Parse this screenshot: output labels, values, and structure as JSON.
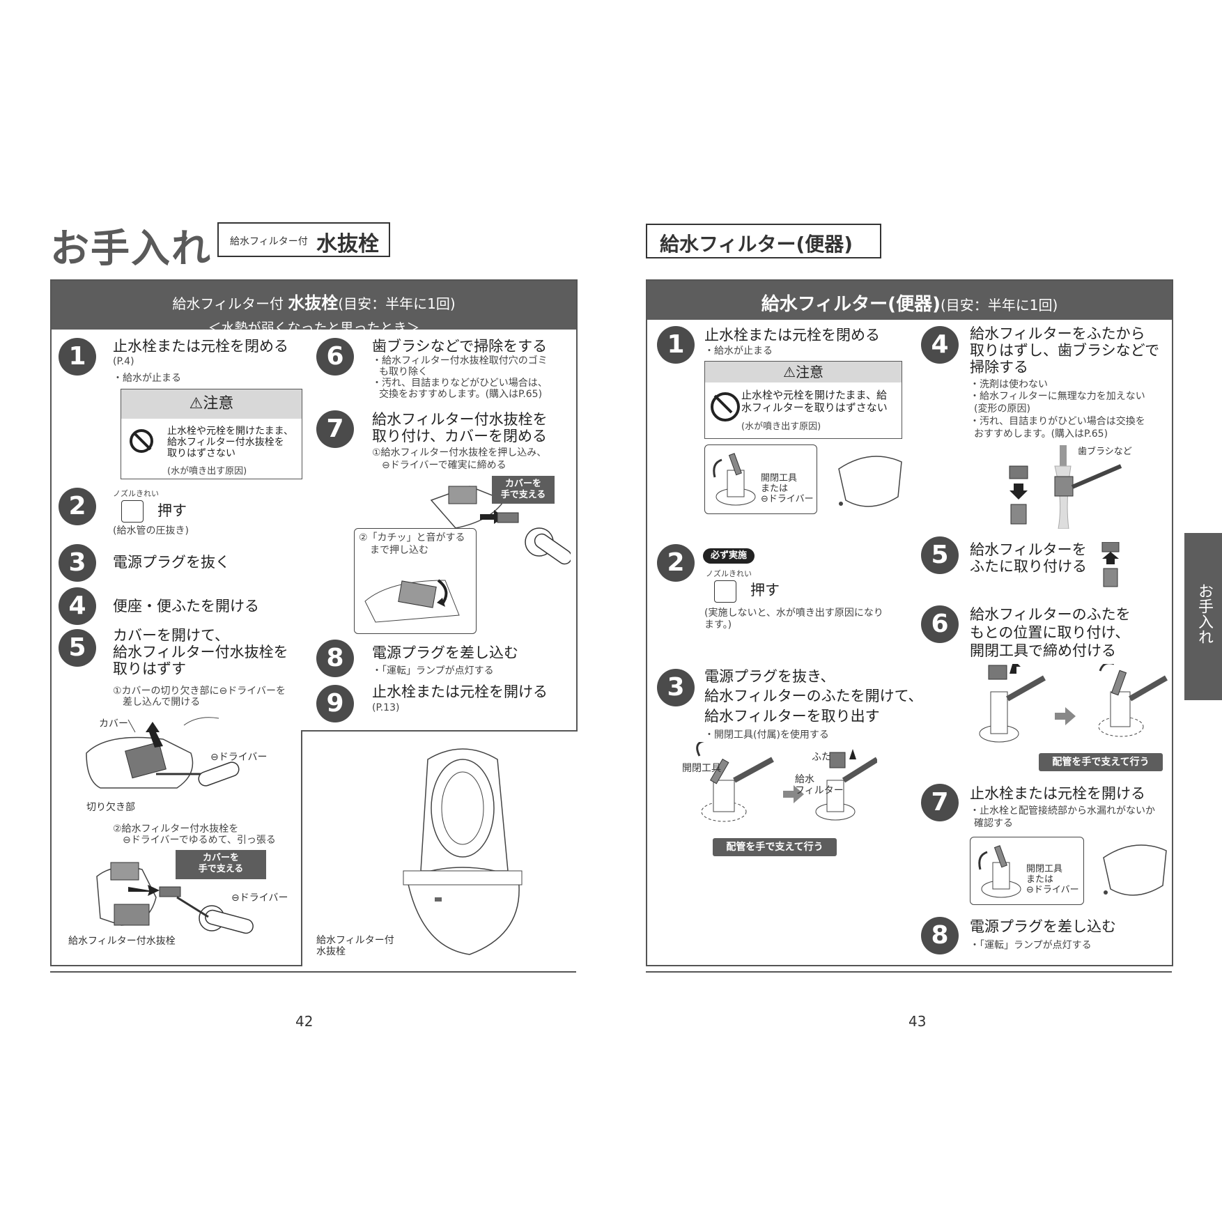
{
  "left_page": {
    "big_title": "お手入れ",
    "title_box": {
      "small": "給水フィルター付",
      "large": "水抜栓"
    },
    "header": {
      "small1": "給水フィルター付 ",
      "bold": "水抜栓",
      "small2": "(目安：半年に1回)",
      "line2": "＜水勢が弱くなったと思ったとき＞"
    },
    "steps": [
      {
        "num": "1",
        "title": "止水栓または元栓を閉める",
        "sub1": "(P.4)",
        "sub2": "・給水が止まる"
      },
      {
        "num": "2",
        "small_label": "ノズルきれい",
        "action": "押す",
        "sub": "(給水管の圧抜き)"
      },
      {
        "num": "3",
        "title": "電源プラグを抜く"
      },
      {
        "num": "4",
        "title": "便座・便ふたを開ける"
      },
      {
        "num": "5",
        "title_l1": "カバーを開けて、",
        "title_l2": "給水フィルター付水抜栓を",
        "title_l3": "取りはずす",
        "sub1": "①カバーの切り欠き部に⊖ドライバーを",
        "sub2": "差し込んで開ける",
        "sub3": "②給水フィルター付水抜栓を",
        "sub4": "⊖ドライバーでゆるめて、引っ張る"
      },
      {
        "num": "6",
        "title": "歯ブラシなどで掃除をする",
        "sub1": "・給水フィルター付水抜栓取付穴のゴミ",
        "sub2": "も取り除く",
        "sub3": "・汚れ、目詰まりなどがひどい場合は、",
        "sub4": "交換をおすすめします。(購入はP.65)"
      },
      {
        "num": "7",
        "title_l1": "給水フィルター付水抜栓を",
        "title_l2": "取り付け、カバーを閉める",
        "sub1": "①給水フィルター付水抜栓を押し込み、",
        "sub2": "⊖ドライバーで確実に締める",
        "sub3": "②「カチッ」と音がする",
        "sub4": "まで押し込む"
      },
      {
        "num": "8",
        "title": "電源プラグを差し込む",
        "sub": "・「運転」ランプが点灯する"
      },
      {
        "num": "9",
        "title": "止水栓または元栓を開ける",
        "sub": "(P.13)"
      }
    ],
    "caution": {
      "heading": "注意",
      "l1": "止水栓や元栓を開けたまま、",
      "l2": "給水フィルター付水抜栓を",
      "l3": "取りはずさない",
      "reason": "(水が噴き出す原因)"
    },
    "labels": {
      "cover": "カバー",
      "driver1": "⊖ドライバー",
      "notch": "切り欠き部",
      "driver2": "⊖ドライバー",
      "drain": "給水フィルター付水抜栓",
      "toilet_l1": "給水フィルター付",
      "toilet_l2": "水抜栓"
    },
    "tags": {
      "hold_cover_a_l1": "カバーを",
      "hold_cover_a_l2": "手で支える",
      "hold_cover_b_l1": "カバーを",
      "hold_cover_b_l2": "手で支える"
    },
    "page_number": "42"
  },
  "right_page": {
    "title_box": "給水フィルター(便器)",
    "header": {
      "bold": "給水フィルター(便器)",
      "small": "(目安：半年に1回)"
    },
    "steps": [
      {
        "num": "1",
        "title": "止水栓または元栓を閉める",
        "sub": "・給水が止まる"
      },
      {
        "num": "2",
        "must": "必ず実施",
        "small_label": "ノズルきれい",
        "action": "押す",
        "sub1": "(実施しないと、水が噴き出す原因になり",
        "sub2": "ます。)"
      },
      {
        "num": "3",
        "title_l1": "電源プラグを抜き、",
        "title_l2": "給水フィルターのふたを開けて、",
        "title_l3": "給水フィルターを取り出す",
        "sub": "・開閉工具(付属)を使用する"
      },
      {
        "num": "4",
        "title_l1": "給水フィルターをふたから",
        "title_l2": "取りはずし、歯ブラシなどで",
        "title_l3": "掃除する",
        "sub1": "・洗剤は使わない",
        "sub2": "・給水フィルターに無理な力を加えない",
        "sub3": "(変形の原因)",
        "sub4": "・汚れ、目詰まりがひどい場合は交換を",
        "sub5": "おすすめします。(購入はP.65)"
      },
      {
        "num": "5",
        "title_l1": "給水フィルターを",
        "title_l2": "ふたに取り付ける"
      },
      {
        "num": "6",
        "title_l1": "給水フィルターのふたを",
        "title_l2": "もとの位置に取り付け、",
        "title_l3": "開閉工具で締め付ける"
      },
      {
        "num": "7",
        "title": "止水栓または元栓を開ける",
        "sub1": "・止水栓と配管接続部から水漏れがないか",
        "sub2": "確認する"
      },
      {
        "num": "8",
        "title": "電源プラグを差し込む",
        "sub": "・「運転」ランプが点灯する"
      }
    ],
    "caution": {
      "heading": "注意",
      "l1": "止水栓や元栓を開けたまま、給",
      "l2": "水フィルターを取りはずさない",
      "reason": "(水が噴き出す原因)"
    },
    "labels": {
      "tool1_l1": "開閉工具",
      "tool1_l2": "または",
      "tool1_l3": "⊖ドライバー",
      "tool2": "開閉工具",
      "lid": "ふた",
      "filter_l1": "給水",
      "filter_l2": "フィルター",
      "toothbrush": "歯ブラシなど",
      "tool3_l1": "開閉工具",
      "tool3_l2": "または",
      "tool3_l3": "⊖ドライバー"
    },
    "tags": {
      "support_pipe_a": "配管を手で支えて行う",
      "support_pipe_b": "配管を手で支えて行う"
    },
    "side_tab": "お手入れ",
    "page_number": "43"
  }
}
